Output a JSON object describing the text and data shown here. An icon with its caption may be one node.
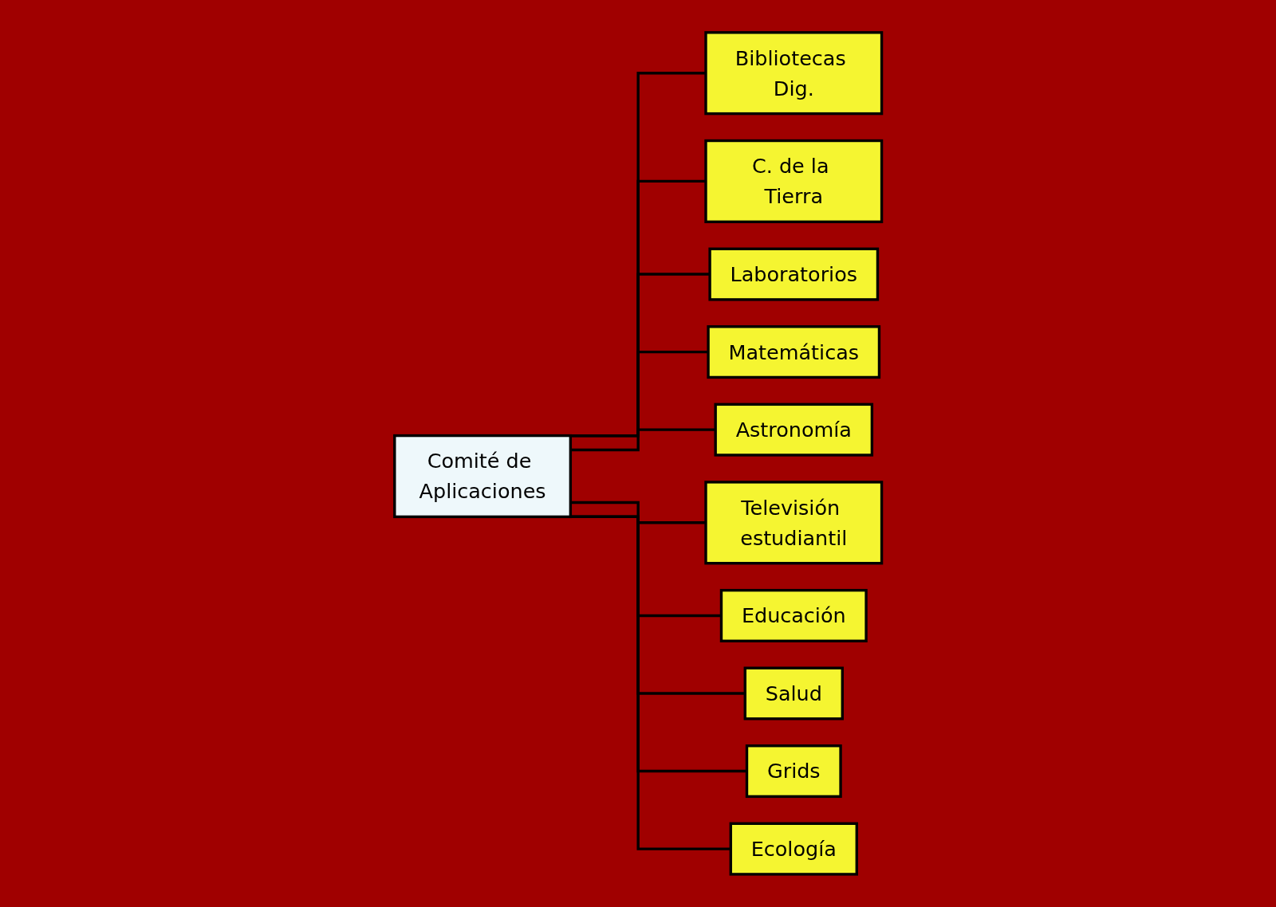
{
  "diagram": {
    "nodes": [
      {
        "text": [
          "Comité de Aplicaciones"
        ]
      },
      {
        "text": [
          "Bibliotecas Dig."
        ]
      },
      {
        "text": [
          "C. de la Tierra"
        ]
      },
      {
        "text": [
          "Laboratorios"
        ]
      },
      {
        "text": [
          "Matemáticas"
        ]
      },
      {
        "text": [
          "Astronomía"
        ]
      },
      {
        "text": [
          "Televisión estudiantil"
        ]
      },
      {
        "text": [
          "Educación"
        ]
      },
      {
        "text": [
          "Salud"
        ]
      },
      {
        "text": [
          "Grids"
        ]
      },
      {
        "text": [
          "Ecología"
        ]
      }
    ],
    "edges": [
      {
        "from": 0,
        "to": 1,
        "arrow": "none"
      },
      {
        "from": 0,
        "to": 2,
        "arrow": "none"
      },
      {
        "from": 0,
        "to": 3,
        "arrow": "none"
      },
      {
        "from": 0,
        "to": 4,
        "arrow": "none"
      },
      {
        "from": 0,
        "to": 5,
        "arrow": "none"
      },
      {
        "from": 0,
        "to": 6,
        "arrow": "none"
      },
      {
        "from": 0,
        "to": 7,
        "arrow": "none"
      },
      {
        "from": 0,
        "to": 8,
        "arrow": "none"
      },
      {
        "from": 0,
        "to": 9,
        "arrow": "none"
      },
      {
        "from": 0,
        "to": 10,
        "arrow": "none"
      }
    ]
  }
}
